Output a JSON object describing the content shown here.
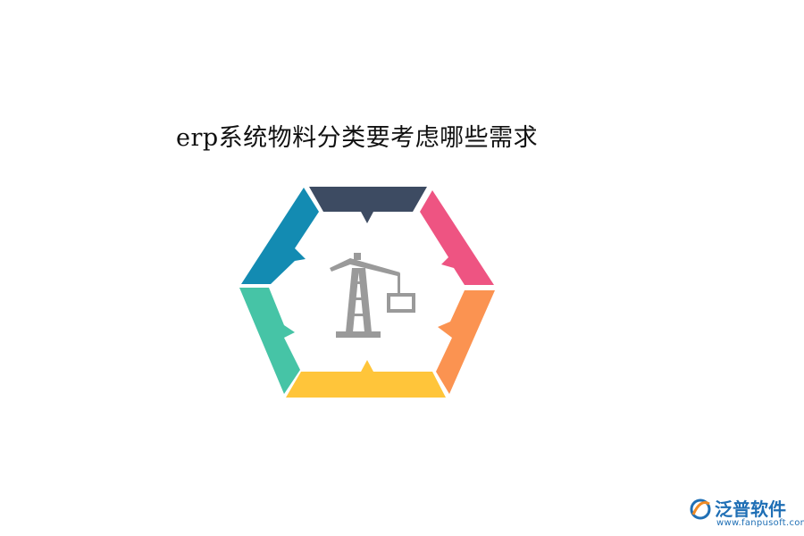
{
  "title": "erp系统物料分类要考虑哪些需求",
  "diagram": {
    "center_icon": "crane-icon",
    "segments": [
      {
        "position": "top",
        "color": "#3d4b62"
      },
      {
        "position": "upper-right",
        "color": "#ee5482"
      },
      {
        "position": "lower-right",
        "color": "#fb9351"
      },
      {
        "position": "bottom",
        "color": "#ffc53a"
      },
      {
        "position": "lower-left",
        "color": "#46c4a6"
      },
      {
        "position": "upper-left",
        "color": "#138bb2"
      }
    ],
    "icon_color": "#9a9a9a"
  },
  "logo": {
    "name": "泛普软件",
    "url": "www.fanpusoft.com",
    "color": "#1f6fb5",
    "accent": "#f08a24"
  }
}
